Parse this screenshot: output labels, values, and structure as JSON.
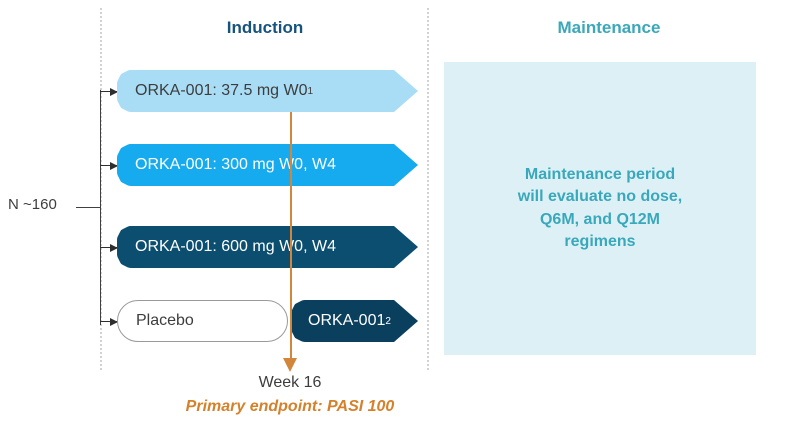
{
  "diagram": {
    "type": "clinical-trial-design",
    "enrollment": {
      "label": "N ~160"
    },
    "sections": [
      {
        "key": "induction",
        "title": "Induction",
        "color": "#16537e"
      },
      {
        "key": "maintenance",
        "title": "Maintenance",
        "color": "#3aa8bb"
      }
    ],
    "induction": {
      "title": "Induction",
      "arms": [
        {
          "id": "arm-1",
          "label": "ORKA-001: 37.5 mg W0",
          "superscript": "1",
          "drug": "ORKA-001",
          "dose": "37.5 mg",
          "schedule": "W0",
          "fill": "#a9ddf5",
          "text_color": "#3d3d3d"
        },
        {
          "id": "arm-2",
          "label": "ORKA-001: 300 mg W0, W4",
          "superscript": "",
          "drug": "ORKA-001",
          "dose": "300 mg",
          "schedule": "W0, W4",
          "fill": "#16aaee",
          "text_color": "#ffffff"
        },
        {
          "id": "arm-3",
          "label": "ORKA-001: 600 mg W0, W4",
          "superscript": "",
          "drug": "ORKA-001",
          "dose": "600 mg",
          "schedule": "W0, W4",
          "fill": "#0b4e70",
          "text_color": "#ffffff"
        },
        {
          "id": "arm-4",
          "label": "Placebo",
          "superscript": "",
          "drug": "Placebo",
          "dose": "",
          "schedule": "",
          "fill": "#ffffff",
          "text_color": "#3d3d3d",
          "crossover": {
            "label": "ORKA-001",
            "superscript": "2",
            "fill": "#0b3f5e",
            "text_color": "#ffffff"
          }
        }
      ]
    },
    "maintenance": {
      "title": "Maintenance",
      "body": "Maintenance period\nwill evaluate no dose,\nQ6M, and Q12M\nregimens",
      "panel_fill": "#ddf0f6"
    },
    "endpoint": {
      "timepoint": "Week 16",
      "label": "Primary endpoint: PASI 100",
      "color": "#d4812b"
    }
  }
}
